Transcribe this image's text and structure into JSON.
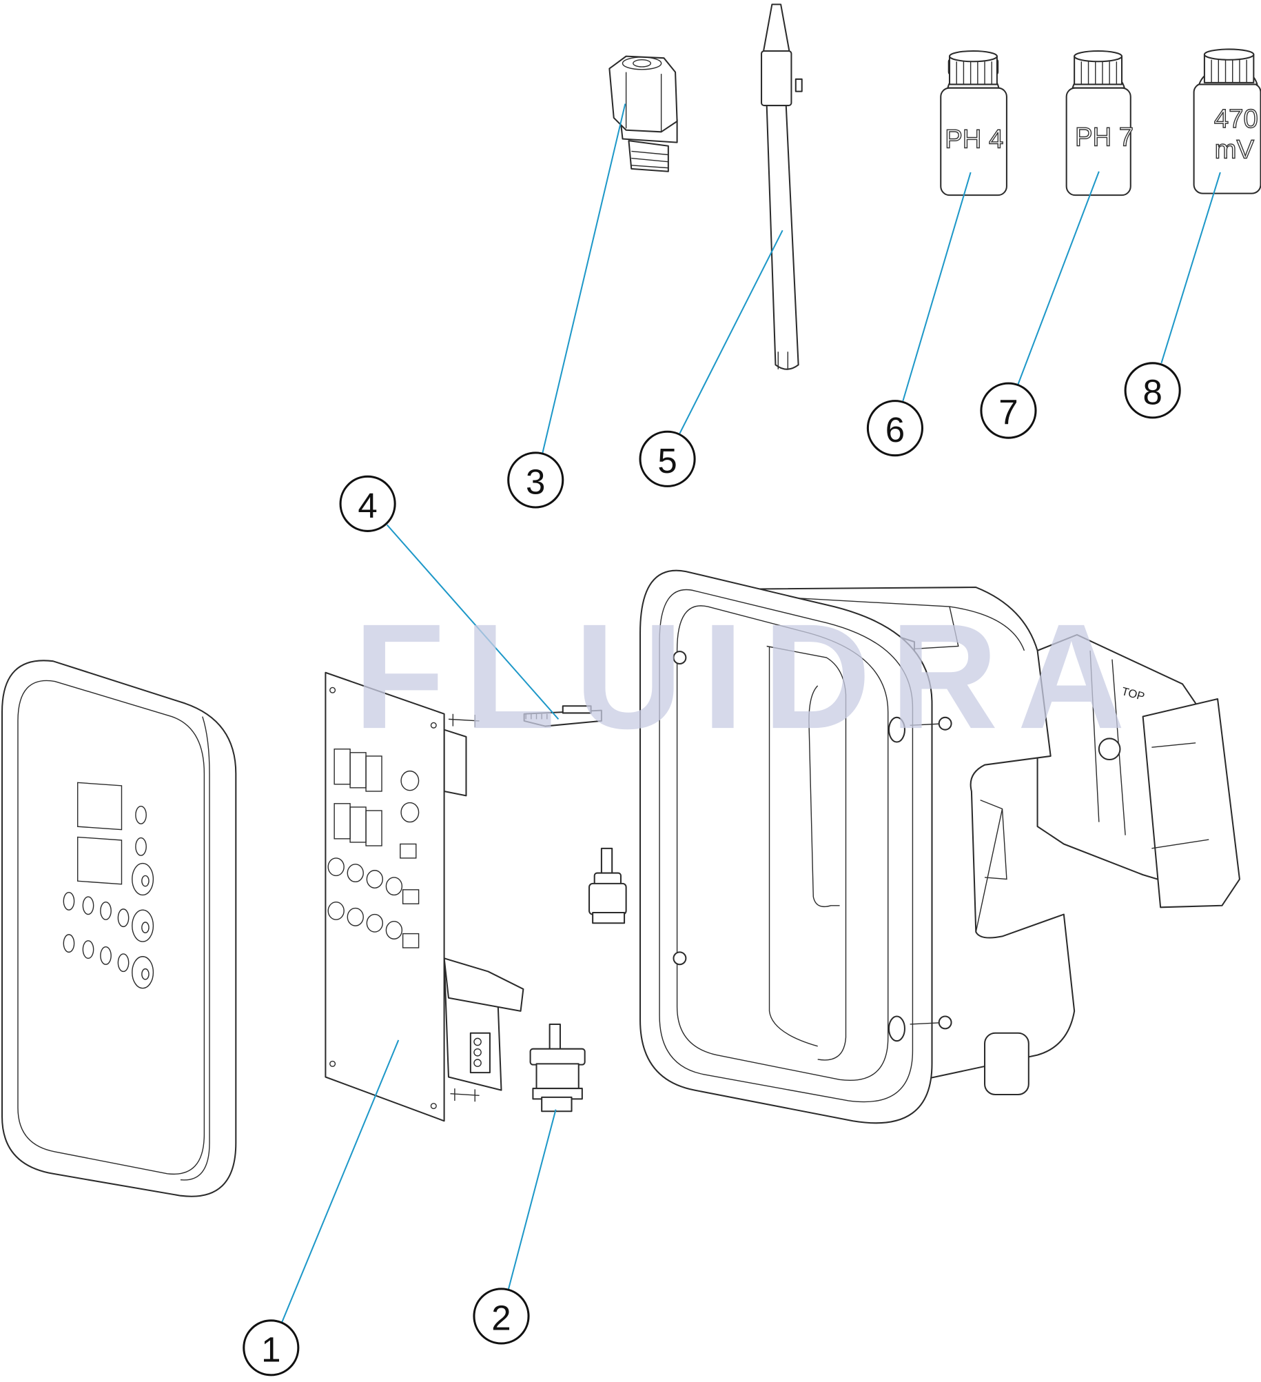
{
  "watermark": "FLUIDRA",
  "callouts": [
    {
      "number": "1",
      "part": "pcb"
    },
    {
      "number": "2",
      "part": "probe-connector-cable"
    },
    {
      "number": "3",
      "part": "probe-fitting"
    },
    {
      "number": "4",
      "part": "small-circuit-board"
    },
    {
      "number": "5",
      "part": "probe"
    },
    {
      "number": "6",
      "part": "buffer-bottle-ph4"
    },
    {
      "number": "7",
      "part": "buffer-bottle-ph7"
    },
    {
      "number": "8",
      "part": "buffer-bottle-470mv"
    }
  ],
  "bottles": {
    "ph4": "PH 4",
    "ph7": "PH 7",
    "mv_value": "470",
    "mv_unit": "mV"
  },
  "bracket_label": "TOP",
  "colors": {
    "leader": "#1e98c8",
    "watermark": "#c9cde3",
    "line": "#2b2b2b"
  }
}
